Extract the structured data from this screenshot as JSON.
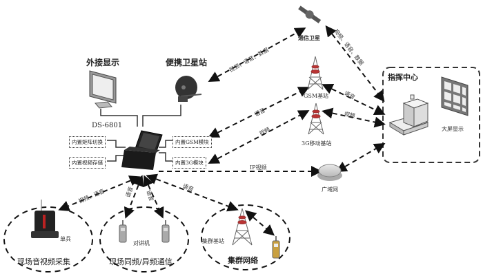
{
  "nodes": {
    "external_display": "外接显示",
    "portable_satellite": "便携卫星站",
    "device_model": "DS-6801",
    "comm_satellite": "通信卫星",
    "gsm_station": "GSM基站",
    "station_3g": "3G移动基站",
    "command_center": "指挥中心",
    "big_screen": "大屏显示",
    "wan": "广域网",
    "soldier": "单兵",
    "walkie_talkie": "对讲机",
    "trunk_station": "集群基站"
  },
  "modules": {
    "matrix_switch": "内置矩阵切换",
    "video_storage": "内置视频存储",
    "gsm_module": "内置GSM模块",
    "module_3g": "内置3G模块"
  },
  "groups": {
    "field_av": "现场音视频采集",
    "field_comm": "现场同频/异频通信",
    "trunk_network": "集群网络"
  },
  "links": {
    "sat_ground": "视频、语音、数据",
    "sat_center": "视频、语音、数据",
    "gsm_device": "语音",
    "gsm_center": "语音",
    "g3_device": "视频",
    "g3_center": "视频",
    "ip_link": "IP视频",
    "soldier_link": "视频、语音",
    "radio_link_1": "语音",
    "radio_link_2": "语音",
    "trunk_link": "语音"
  }
}
